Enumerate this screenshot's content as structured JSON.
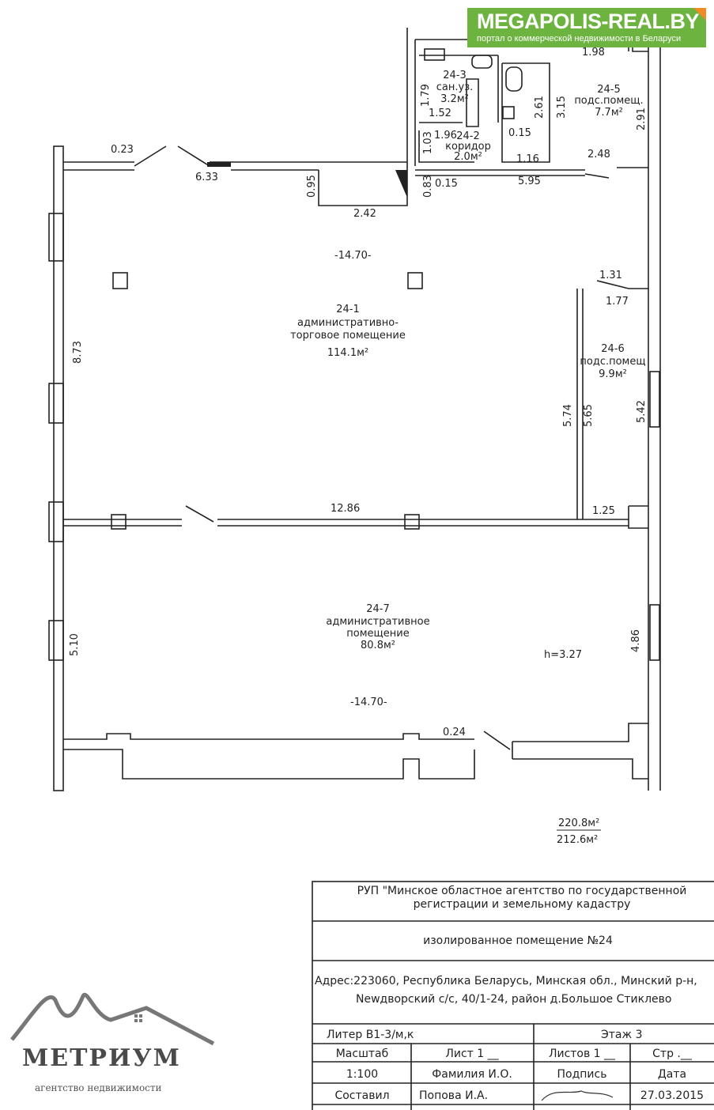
{
  "watermark": {
    "title": "MEGAPOLIS-REAL.BY",
    "subtitle": "портал о коммерческой недвижимости в Беларуси",
    "color": "#6cb33f"
  },
  "agency_logo": {
    "name": "МЕТРИУМ",
    "subtitle": "агентство недвижимости"
  },
  "rooms": [
    {
      "id": "24-1",
      "name": "административно-",
      "name2": "торговое помещение",
      "area": "114.1м²"
    },
    {
      "id": "24-2",
      "name": "коридор",
      "area": "2.0м²"
    },
    {
      "id": "24-3",
      "name": "сан.уз.",
      "area": "3.2м²"
    },
    {
      "id": "24-5",
      "name": "подс.помещ.",
      "area": "7.7м²"
    },
    {
      "id": "24-6",
      "name": "подс.помещ",
      "area": "9.9м²"
    },
    {
      "id": "24-7",
      "name": "административное",
      "name2": "помещение",
      "area": "80.8м²"
    }
  ],
  "dimensions": {
    "d023": "0.23",
    "d633": "6.33",
    "d095": "0.95",
    "d242": "2.42",
    "d083": "0.83",
    "d015a": "0.15",
    "d595": "5.95",
    "d248": "2.48",
    "d291": "2.91",
    "d198": "1.98",
    "d315": "3.15",
    "d261": "2.61",
    "d116": "1.16",
    "d015b": "0.15",
    "d103": "1.03",
    "d196": "1.96",
    "d152": "1.52",
    "d179": "1.79",
    "d1470a": "-14.70-",
    "d873": "8.73",
    "d131": "1.31",
    "d177": "1.77",
    "d574": "5.74",
    "d565": "5.65",
    "d542": "5.42",
    "d1286": "12.86",
    "d125": "1.25",
    "d510": "5.10",
    "d486": "4.86",
    "h": "h=3.27",
    "d1470b": "-14.70-",
    "d024": "0.24"
  },
  "totals": {
    "total_area": "220.8м²",
    "main_area": "212.6м²"
  },
  "title_block": {
    "org_line1": "РУП \"Минское областное агентство по государственной",
    "org_line2": "регистрации и земельному кадастру",
    "object": "изолированное помещение №24",
    "address1": "Адрес:223060, Республика Беларусь, Минская обл., Минский р-н,",
    "address2": "Newдворский с/с, 40/1-24, район д.Большое Стиклево",
    "liter": "Литер В1-3/м,к",
    "floor": "Этаж  3",
    "scale_label": "Масштаб",
    "sheet": "Лист 1 __",
    "sheets": "Листов 1 __",
    "page": "Стр  .__",
    "scale": "1:100",
    "surname": "Фамилия     И.О.",
    "signature": "Подпись",
    "date_label": "Дата",
    "composed": "Составил",
    "composer": "Попова И.А.",
    "date": "27.03.2015"
  }
}
